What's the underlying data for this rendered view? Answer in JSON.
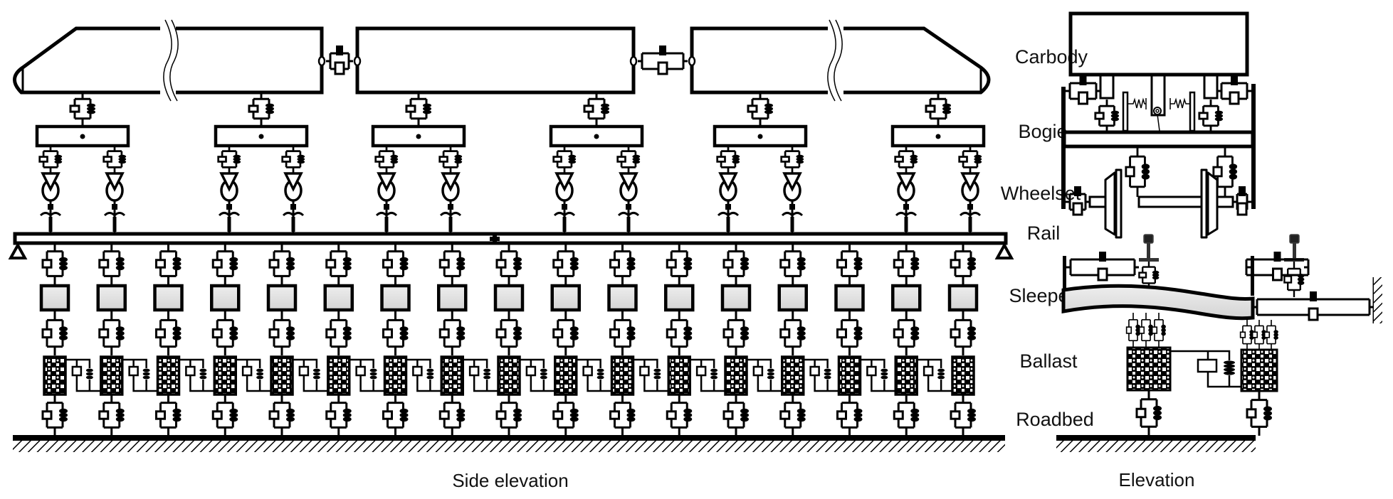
{
  "figure": {
    "side_caption": "Side elevation",
    "elevation_caption": "Elevation"
  },
  "layers": [
    {
      "label": "Carbody"
    },
    {
      "label": "Bogie"
    },
    {
      "label": "Wheelset"
    },
    {
      "label": "Rail"
    },
    {
      "label": "Sleeper"
    },
    {
      "label": "Ballast"
    },
    {
      "label": "Roadbed"
    }
  ],
  "model": {
    "carbody_count": 3,
    "bogies_per_car": 2,
    "wheelsets_per_bogie": 2,
    "sleeper_count": 17
  },
  "colors": {
    "line": "#000000",
    "sleeper_fill": "#e2e2e2",
    "rail_pad": "#333333",
    "background": "#ffffff"
  }
}
